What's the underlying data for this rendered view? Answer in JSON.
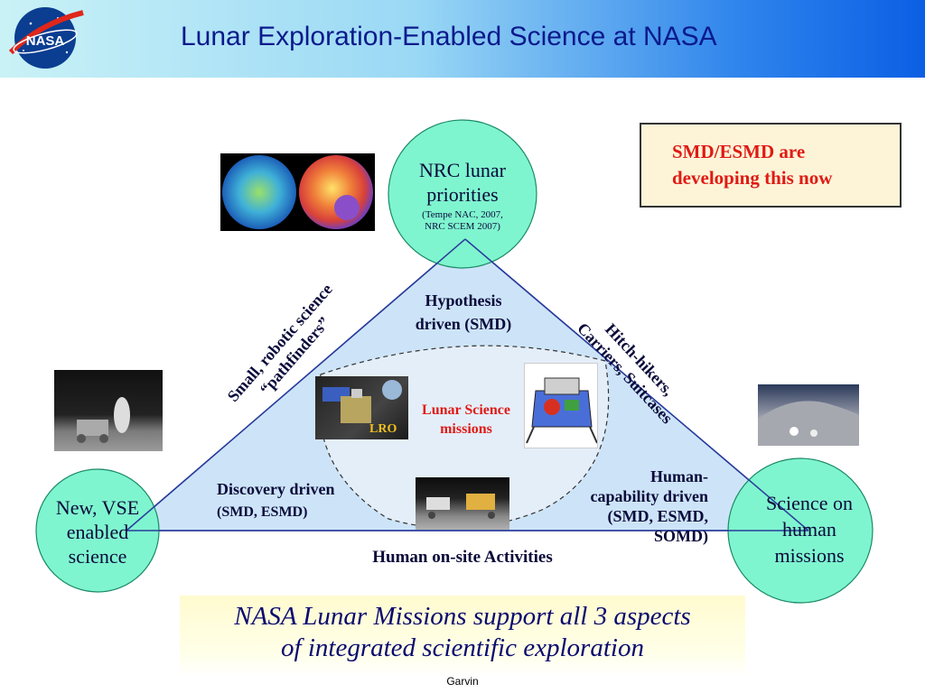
{
  "slide": {
    "title": "Lunar Exploration-Enabled Science at NASA",
    "logo_icon": "nasa-meatball-icon",
    "logo_text": "NASA"
  },
  "note_box": {
    "line1": "SMD/ESMD are",
    "line2": "developing this now"
  },
  "diagram": {
    "top_circle": {
      "line1": "NRC lunar",
      "line2": "priorities",
      "ref1": "(Tempe NAC, 2007,",
      "ref2": "NRC SCEM 2007)"
    },
    "left_circle": {
      "line1": "New, VSE",
      "line2": "enabled",
      "line3": "science"
    },
    "right_circle": {
      "line1": "Science on",
      "line2": "human",
      "line3": "missions"
    },
    "center": {
      "line1": "Lunar Science",
      "line2": "missions"
    },
    "lro_label": "LRO",
    "hypothesis": {
      "line1": "Hypothesis",
      "line2": "driven (SMD)"
    },
    "discovery": {
      "line1": "Discovery driven",
      "line2": "(SMD, ESMD)"
    },
    "human_capability": {
      "line1": "Human-",
      "line2": "capability driven",
      "line3": "(SMD, ESMD,",
      "line4": "SOMD)"
    },
    "left_side": {
      "line1": "Small, robotic science",
      "line2": "“pathfinders”"
    },
    "right_side": {
      "line1": "Hitch-hikers,",
      "line2": "Carriers, Suitcases"
    },
    "bottom_side": "Human on-site Activities"
  },
  "bottom_box": {
    "line1": "NASA Lunar Missions support all 3 aspects",
    "line2": "of integrated scientific exploration"
  },
  "footer": "Garvin",
  "colors": {
    "circle_fill": "#7ff5cf",
    "triangle_fill": "#cde4f8",
    "line": "#2a3c9c",
    "note_text": "#e01a14"
  }
}
